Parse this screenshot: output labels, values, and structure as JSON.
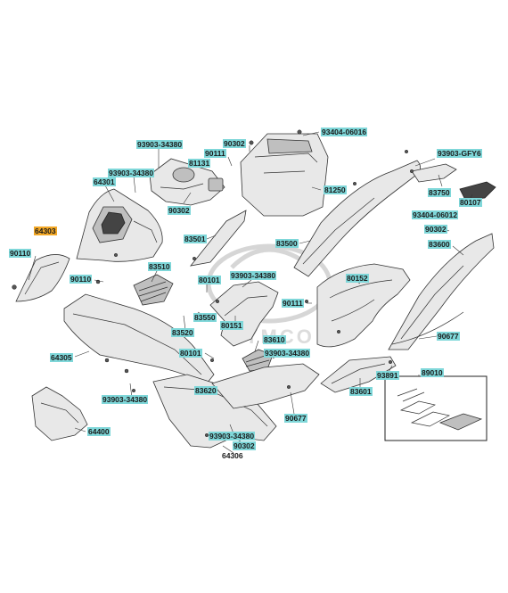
{
  "watermark": "KYMCO",
  "labels": {
    "l64303": "64303",
    "l90110a": "90110",
    "l93903_34380a": "93903-34380",
    "l93903_34380b": "93903-34380",
    "l64301": "64301",
    "l90302a": "90302",
    "l90111a": "90111",
    "l81131": "81131",
    "l90302b": "90302",
    "l93404_06016": "93404-06016",
    "l81250": "81250",
    "l93903_GFY6": "93903-GFY6",
    "l83750": "83750",
    "l80107": "80107",
    "l93404_06012": "93404-06012",
    "l90302c": "90302",
    "l83600": "83600",
    "l83501": "83501",
    "l83500": "83500",
    "l83510": "83510",
    "l90110b": "90110",
    "l80101a": "80101",
    "l93903_34380c": "93903-34380",
    "l80152": "80152",
    "l90111b": "90111",
    "l83550": "83550",
    "l80151": "80151",
    "l83520": "83520",
    "l90677a": "90677",
    "l83610": "83610",
    "l80101b": "80101",
    "l93903_34380d": "93903-34380",
    "l64305": "64305",
    "l93891": "93891",
    "l89010": "89010",
    "l83601": "83601",
    "l93903_34380e": "93903-34380",
    "l83620": "83620",
    "l90677b": "90677",
    "l64400": "64400",
    "l93903_34380f": "93903-34380",
    "l90302d": "90302",
    "l64306": "64306"
  },
  "colors": {
    "label_highlight": "#7fd7d9",
    "selected_highlight": "#f3a826",
    "line": "#222222",
    "watermark": "#d6d6d6"
  }
}
